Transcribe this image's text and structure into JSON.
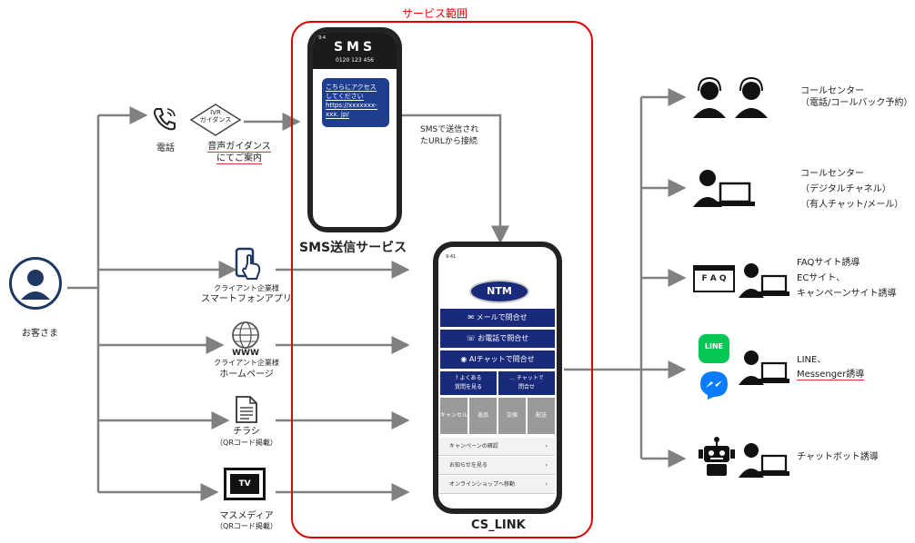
{
  "service_scope_label": "サービス範囲",
  "customer": {
    "label": "お客さま"
  },
  "channels": [
    {
      "id": "phone",
      "label": "電話"
    },
    {
      "id": "ivr",
      "diamond_text": "IVR\nガイダンス",
      "label_lines": [
        "音声ガイダンス",
        "にてご案内"
      ]
    },
    {
      "id": "app",
      "sub": "クライアント企業様",
      "label": "スマートフォンアプリ"
    },
    {
      "id": "web",
      "icon_text": "WWW",
      "sub": "クライアント企業様",
      "label": "ホームページ"
    },
    {
      "id": "flyer",
      "label": "チラシ",
      "sub": "（QRコード掲載）"
    },
    {
      "id": "media",
      "icon_text": "TV",
      "label": "マスメディア",
      "sub": "（QRコード掲載）"
    }
  ],
  "sms_phone": {
    "time": "9:4",
    "header_title": "SMS",
    "header_number": "0120 123 456",
    "bubble_lines": [
      "こちらにアクセス",
      "してください",
      "https://xxxxxxx-",
      "xxx. jp/"
    ],
    "service_label": "SMS送信サービス"
  },
  "sms_note": [
    "SMSで送信され",
    "たURLから接続"
  ],
  "cs_phone": {
    "time": "9:41",
    "logo": "NTM",
    "buttons": [
      "メールで問合せ",
      "お電話で問合せ",
      "AIチャットで問合せ"
    ],
    "half_buttons": [
      "よくある\n質問を見る",
      "チャットで\n問合せ"
    ],
    "grid": [
      "キャンセル",
      "返品",
      "交換",
      "配送"
    ],
    "menu": [
      "キャンペーンの確認",
      "お知らせを見る",
      "オンラインショップへ移動"
    ],
    "label": "CS_LINK"
  },
  "destinations": [
    {
      "id": "call-center",
      "lines": [
        "コールセンター",
        "（電話/コールバック予約）"
      ]
    },
    {
      "id": "digital",
      "lines": [
        "コールセンター",
        "（デジタルチャネル）",
        "（有人チャット/メール）"
      ]
    },
    {
      "id": "faq",
      "icon_text": "F A Q",
      "lines": [
        "FAQサイト誘導",
        "ECサイト、",
        "キャンペーンサイト誘導"
      ]
    },
    {
      "id": "line",
      "icon_text": "LINE",
      "lines": [
        "LINE、",
        "Messenger誘導"
      ]
    },
    {
      "id": "bot",
      "lines": [
        "チャットボット誘導"
      ]
    }
  ],
  "colors": {
    "red": "#e00000",
    "navy": "#1a2a7a",
    "arrow": "#808080",
    "customer": "#1f3763",
    "line_green": "#06c755",
    "messenger": "#0a7cff"
  }
}
